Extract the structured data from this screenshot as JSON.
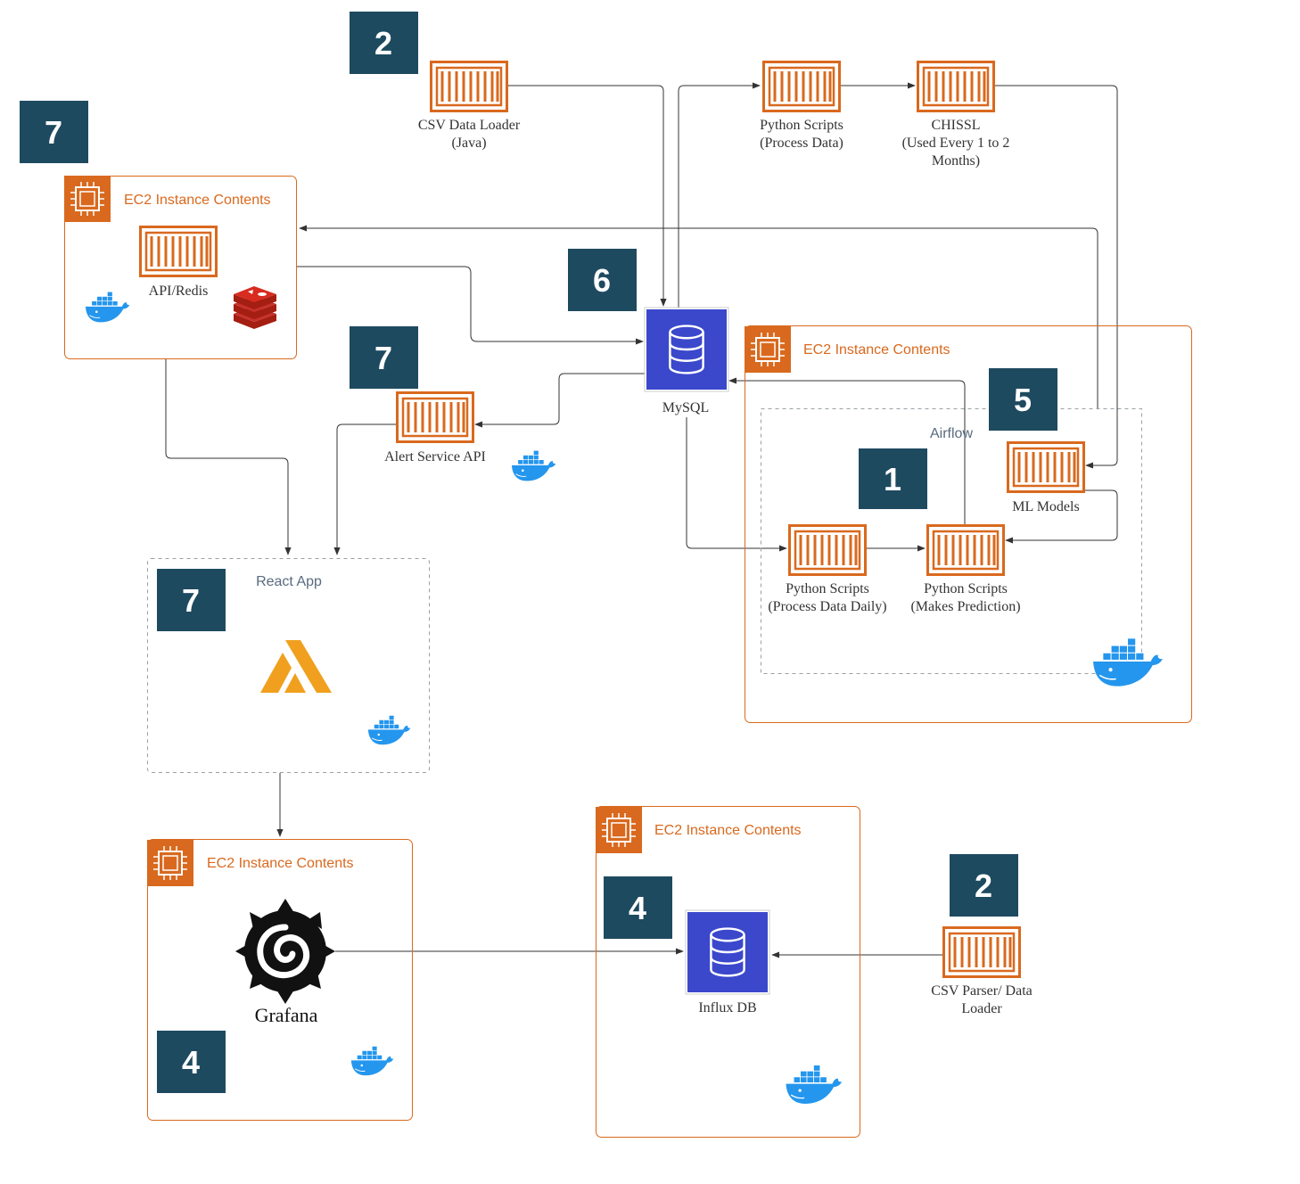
{
  "colors": {
    "badge": "#1e4a60",
    "aws_orange": "#d9691e",
    "db_blue": "#3b48cc",
    "docker_blue": "#2496ed",
    "redis_red": "#c6302b",
    "amplify_orange": "#f0a01e",
    "group_border": "#9aa0a6",
    "line": "#333333"
  },
  "icons": {
    "container": "container-icon",
    "database": "database-icon",
    "docker": "docker-whale-icon",
    "ec2": "ec2-chip-icon",
    "redis": "redis-icon",
    "amplify": "amplify-icon",
    "grafana": "grafana-icon"
  },
  "badges": {
    "csv_loader": "2",
    "api_ec2": "7",
    "mysql": "6",
    "alert": "7",
    "ml": "5",
    "prediction": "1",
    "react": "7",
    "influx": "4",
    "grafana": "4",
    "csv_parser": "2"
  },
  "ec2": {
    "api": "EC2 Instance Contents",
    "airflow": "EC2 Instance Contents",
    "grafana": "EC2 Instance Contents",
    "influx": "EC2 Instance Contents"
  },
  "groups": {
    "airflow": "Airflow",
    "react": "React App"
  },
  "nodes": {
    "csv_loader": [
      "CSV Data Loader",
      "(Java)"
    ],
    "py_process": [
      "Python Scripts",
      "(Process Data)"
    ],
    "chissl": [
      "CHISSL",
      "(Used Every 1 to 2",
      "Months)"
    ],
    "api_redis": "API/Redis",
    "mysql": "MySQL",
    "alert": "Alert Service API",
    "ml_models": "ML Models",
    "py_daily": [
      "Python Scripts",
      "(Process Data Daily)"
    ],
    "py_predict": [
      "Python Scripts",
      "(Makes Prediction)"
    ],
    "grafana": "Grafana",
    "influx": "Influx DB",
    "csv_parser": [
      "CSV Parser/ Data",
      "Loader"
    ]
  }
}
